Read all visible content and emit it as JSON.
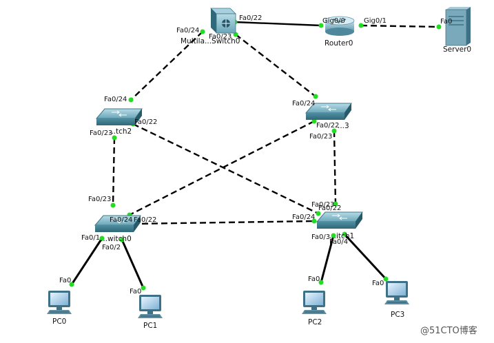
{
  "devices": {
    "mls": "Multila...Switch0",
    "router": "Router0",
    "server": "Server0",
    "sw2": "...tch2",
    "sw3": "...3",
    "sw0": "...witch0",
    "sw1": "...itch1",
    "pc0": "PC0",
    "pc1": "PC1",
    "pc2": "PC2",
    "pc3": "PC3"
  },
  "ports": {
    "mls_fa024": "Fa0/24",
    "mls_fa022": "Fa0/22",
    "mls_fa023": "Fa0/23",
    "router_gig00": "Gig0/0",
    "router_gig01": "Gig0/1",
    "server_fa0": "Fa0",
    "sw2_fa024": "Fa0/24",
    "sw2_fa022": "Fa0/22",
    "sw2_fa023": "Fa0/23",
    "sw3_fa024": "Fa0/24",
    "sw3_fa022": "Fa0/22",
    "sw3_fa023": "Fa0/23",
    "sw0_fa023": "Fa0/23",
    "sw0_fa024": "Fa0/24",
    "sw0_fa022": "Fa0/22",
    "sw0_fa01": "Fa0/1",
    "sw0_fa02": "Fa0/2",
    "sw1_fa022": "Fa0/22",
    "sw1_fa023": "Fa0/23",
    "sw1_fa024": "Fa0/24",
    "sw1_fa03": "Fa0/3",
    "sw1_fa04": "Fa0/4",
    "pc0_fa0": "Fa0",
    "pc1_fa0": "Fa0",
    "pc2_fa0": "Fa0",
    "pc3_fa0": "Fa0"
  },
  "watermark": "@51CTO博客",
  "colors": {
    "link": "#000000",
    "port_up": "#22dd22",
    "switch": "#6aa6b8",
    "router": "#7fb0c4"
  }
}
